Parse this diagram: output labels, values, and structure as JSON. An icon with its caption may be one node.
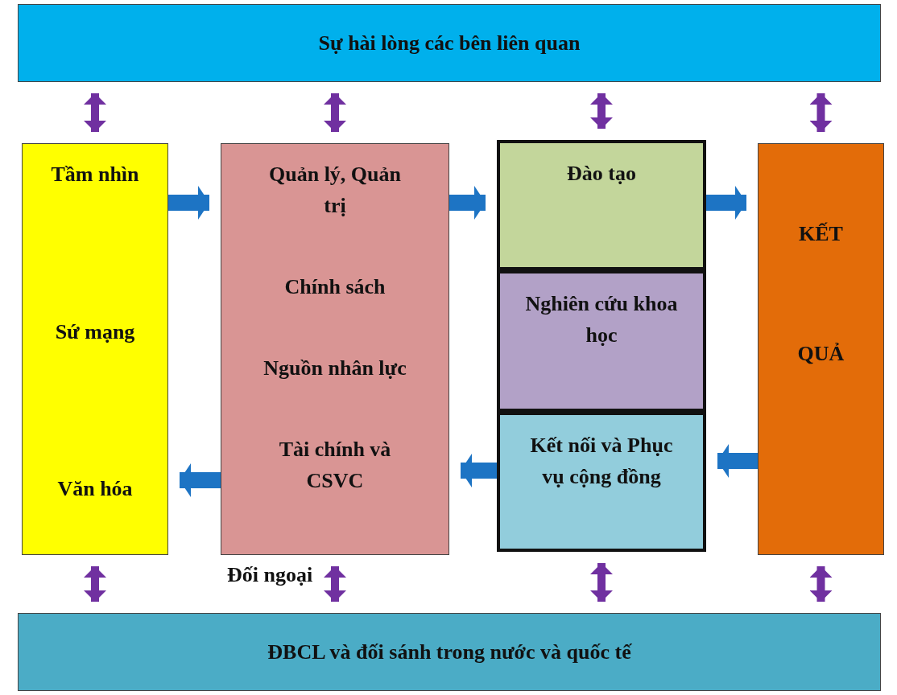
{
  "diagram": {
    "nodes": [
      {
        "text": [
          "Sự hài lòng các bên liên quan"
        ]
      },
      {
        "text": [
          "Tầm nhìn",
          "Sứ mạng",
          "Văn hóa"
        ]
      },
      {
        "text": [
          "Quản lý, Quản trị",
          "Chính sách",
          "Nguồn nhân lực",
          "Tài chính và CSVC"
        ],
        "beside": [
          "Đối ngoại"
        ]
      },
      {
        "text": [
          "Đào tạo"
        ]
      },
      {
        "text": [
          "Nghiên cứu khoa học"
        ]
      },
      {
        "text": [
          "Kết nối và Phục vụ cộng đồng"
        ]
      },
      {
        "text": [
          "KẾT",
          "QUẢ"
        ]
      },
      {
        "text": [
          "ĐBCL và đối sánh trong nước và quốc tế"
        ]
      }
    ],
    "edges": [
      {
        "from": 1,
        "to": 2,
        "arrow": "to",
        "style": "thick",
        "color": "#1d74c4"
      },
      {
        "from": 2,
        "to": 3,
        "arrow": "to",
        "style": "thick",
        "color": "#1d74c4"
      },
      {
        "from": 3,
        "to": 6,
        "arrow": "to",
        "style": "thick",
        "color": "#1d74c4"
      },
      {
        "from": 6,
        "to": 5,
        "arrow": "to",
        "style": "thick",
        "color": "#1d74c4"
      },
      {
        "from": 5,
        "to": 2,
        "arrow": "to",
        "style": "thick",
        "color": "#1d74c4"
      },
      {
        "from": 2,
        "to": 1,
        "arrow": "to",
        "style": "thick",
        "color": "#1d74c4"
      },
      {
        "from": 0,
        "to": 1,
        "arrow": "both"
      },
      {
        "from": 0,
        "to": 2,
        "arrow": "both"
      },
      {
        "from": 0,
        "to": 3,
        "arrow": "both"
      },
      {
        "from": 0,
        "to": 6,
        "arrow": "both"
      },
      {
        "from": 1,
        "to": 7,
        "arrow": "both"
      },
      {
        "from": 2,
        "to": 7,
        "arrow": "both"
      },
      {
        "from": 5,
        "to": 7,
        "arrow": "both"
      },
      {
        "from": 6,
        "to": 7,
        "arrow": "both"
      }
    ]
  }
}
